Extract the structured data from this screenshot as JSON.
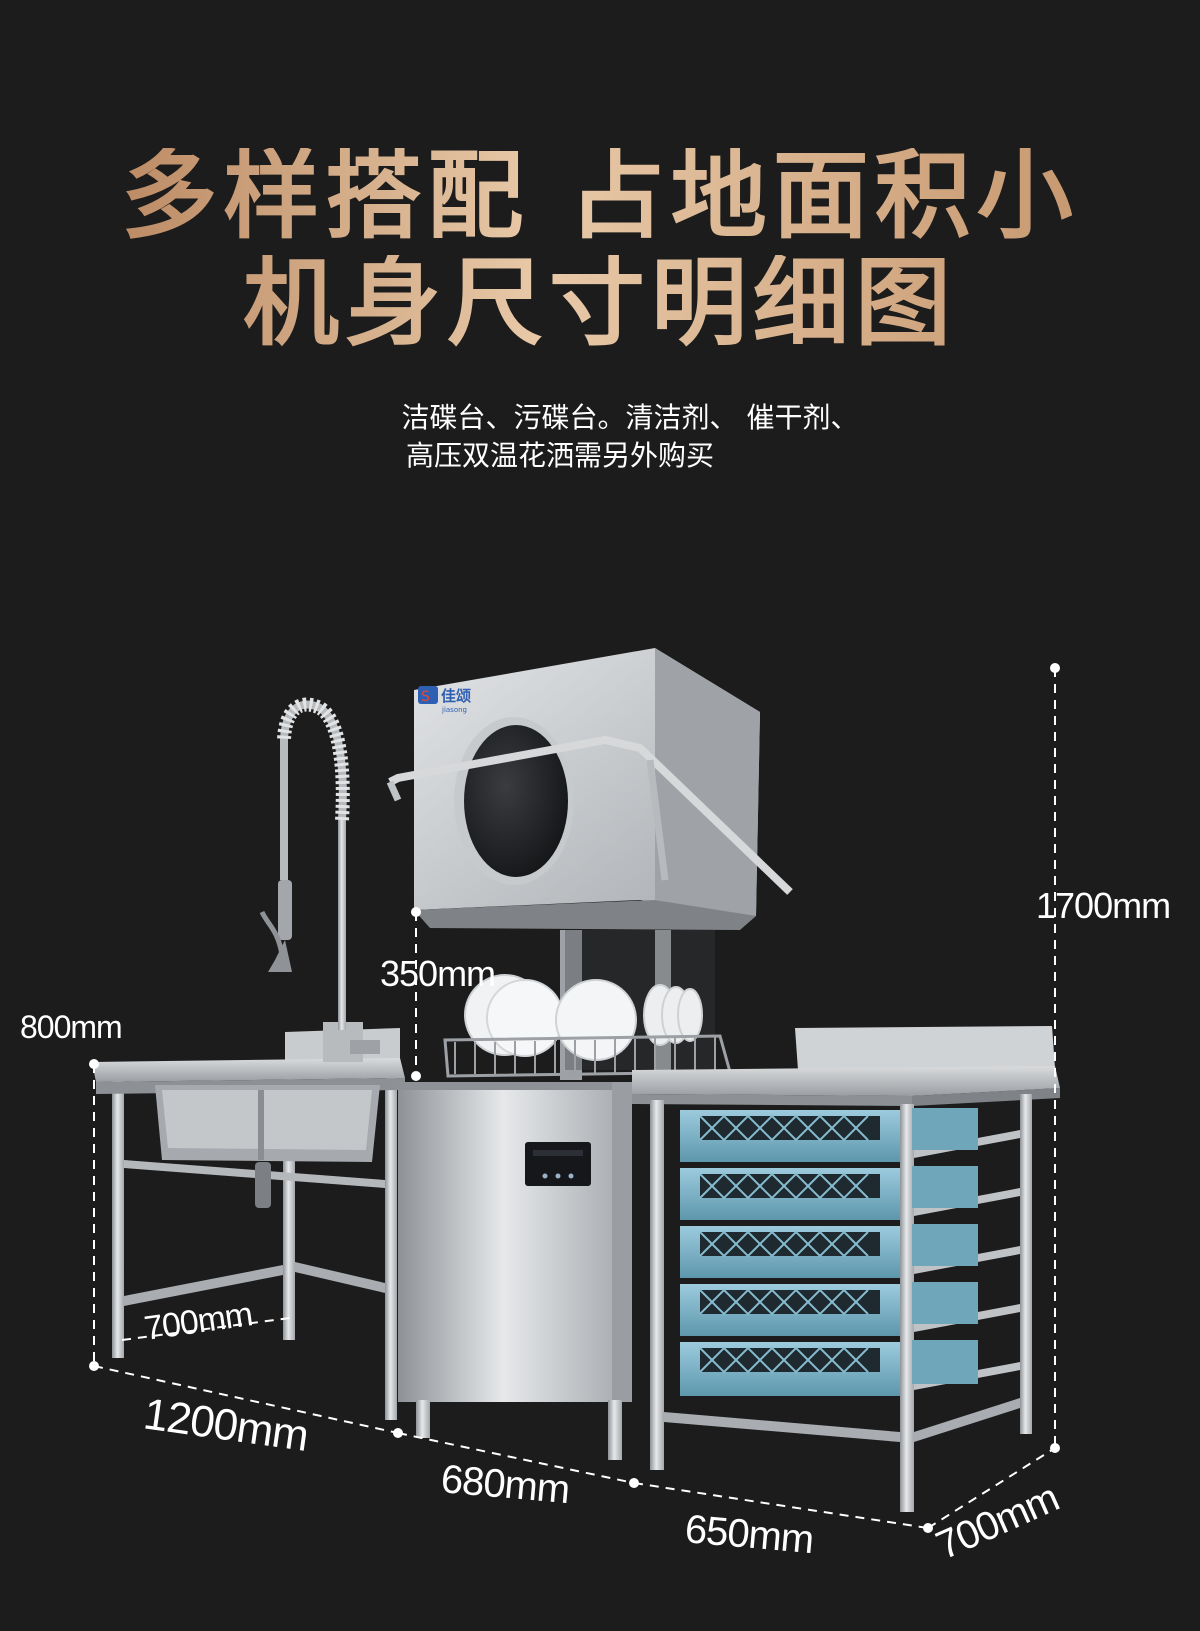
{
  "headline": {
    "line1": "多样搭配 占地面积小",
    "line2": "机身尺寸明细图"
  },
  "note": {
    "line1": "洁碟台、污碟台。清洁剂、 催干剂、",
    "line2": "高压双温花洒需另外购买"
  },
  "brand": {
    "name": "佳颂",
    "sub": "jiasong"
  },
  "dimensions": {
    "total_height": "1700mm",
    "door_opening": "350mm",
    "table_height": "800mm",
    "sink_depth": "700mm",
    "sink_table_length": "1200mm",
    "machine_width": "680mm",
    "rack_table_length": "650mm",
    "rack_table_depth": "700mm"
  },
  "colors": {
    "background": "#1c1c1c",
    "title_gold": "#d4ae88",
    "steel": "#b9bcbf",
    "rack_blue": "#7fb3c8"
  }
}
